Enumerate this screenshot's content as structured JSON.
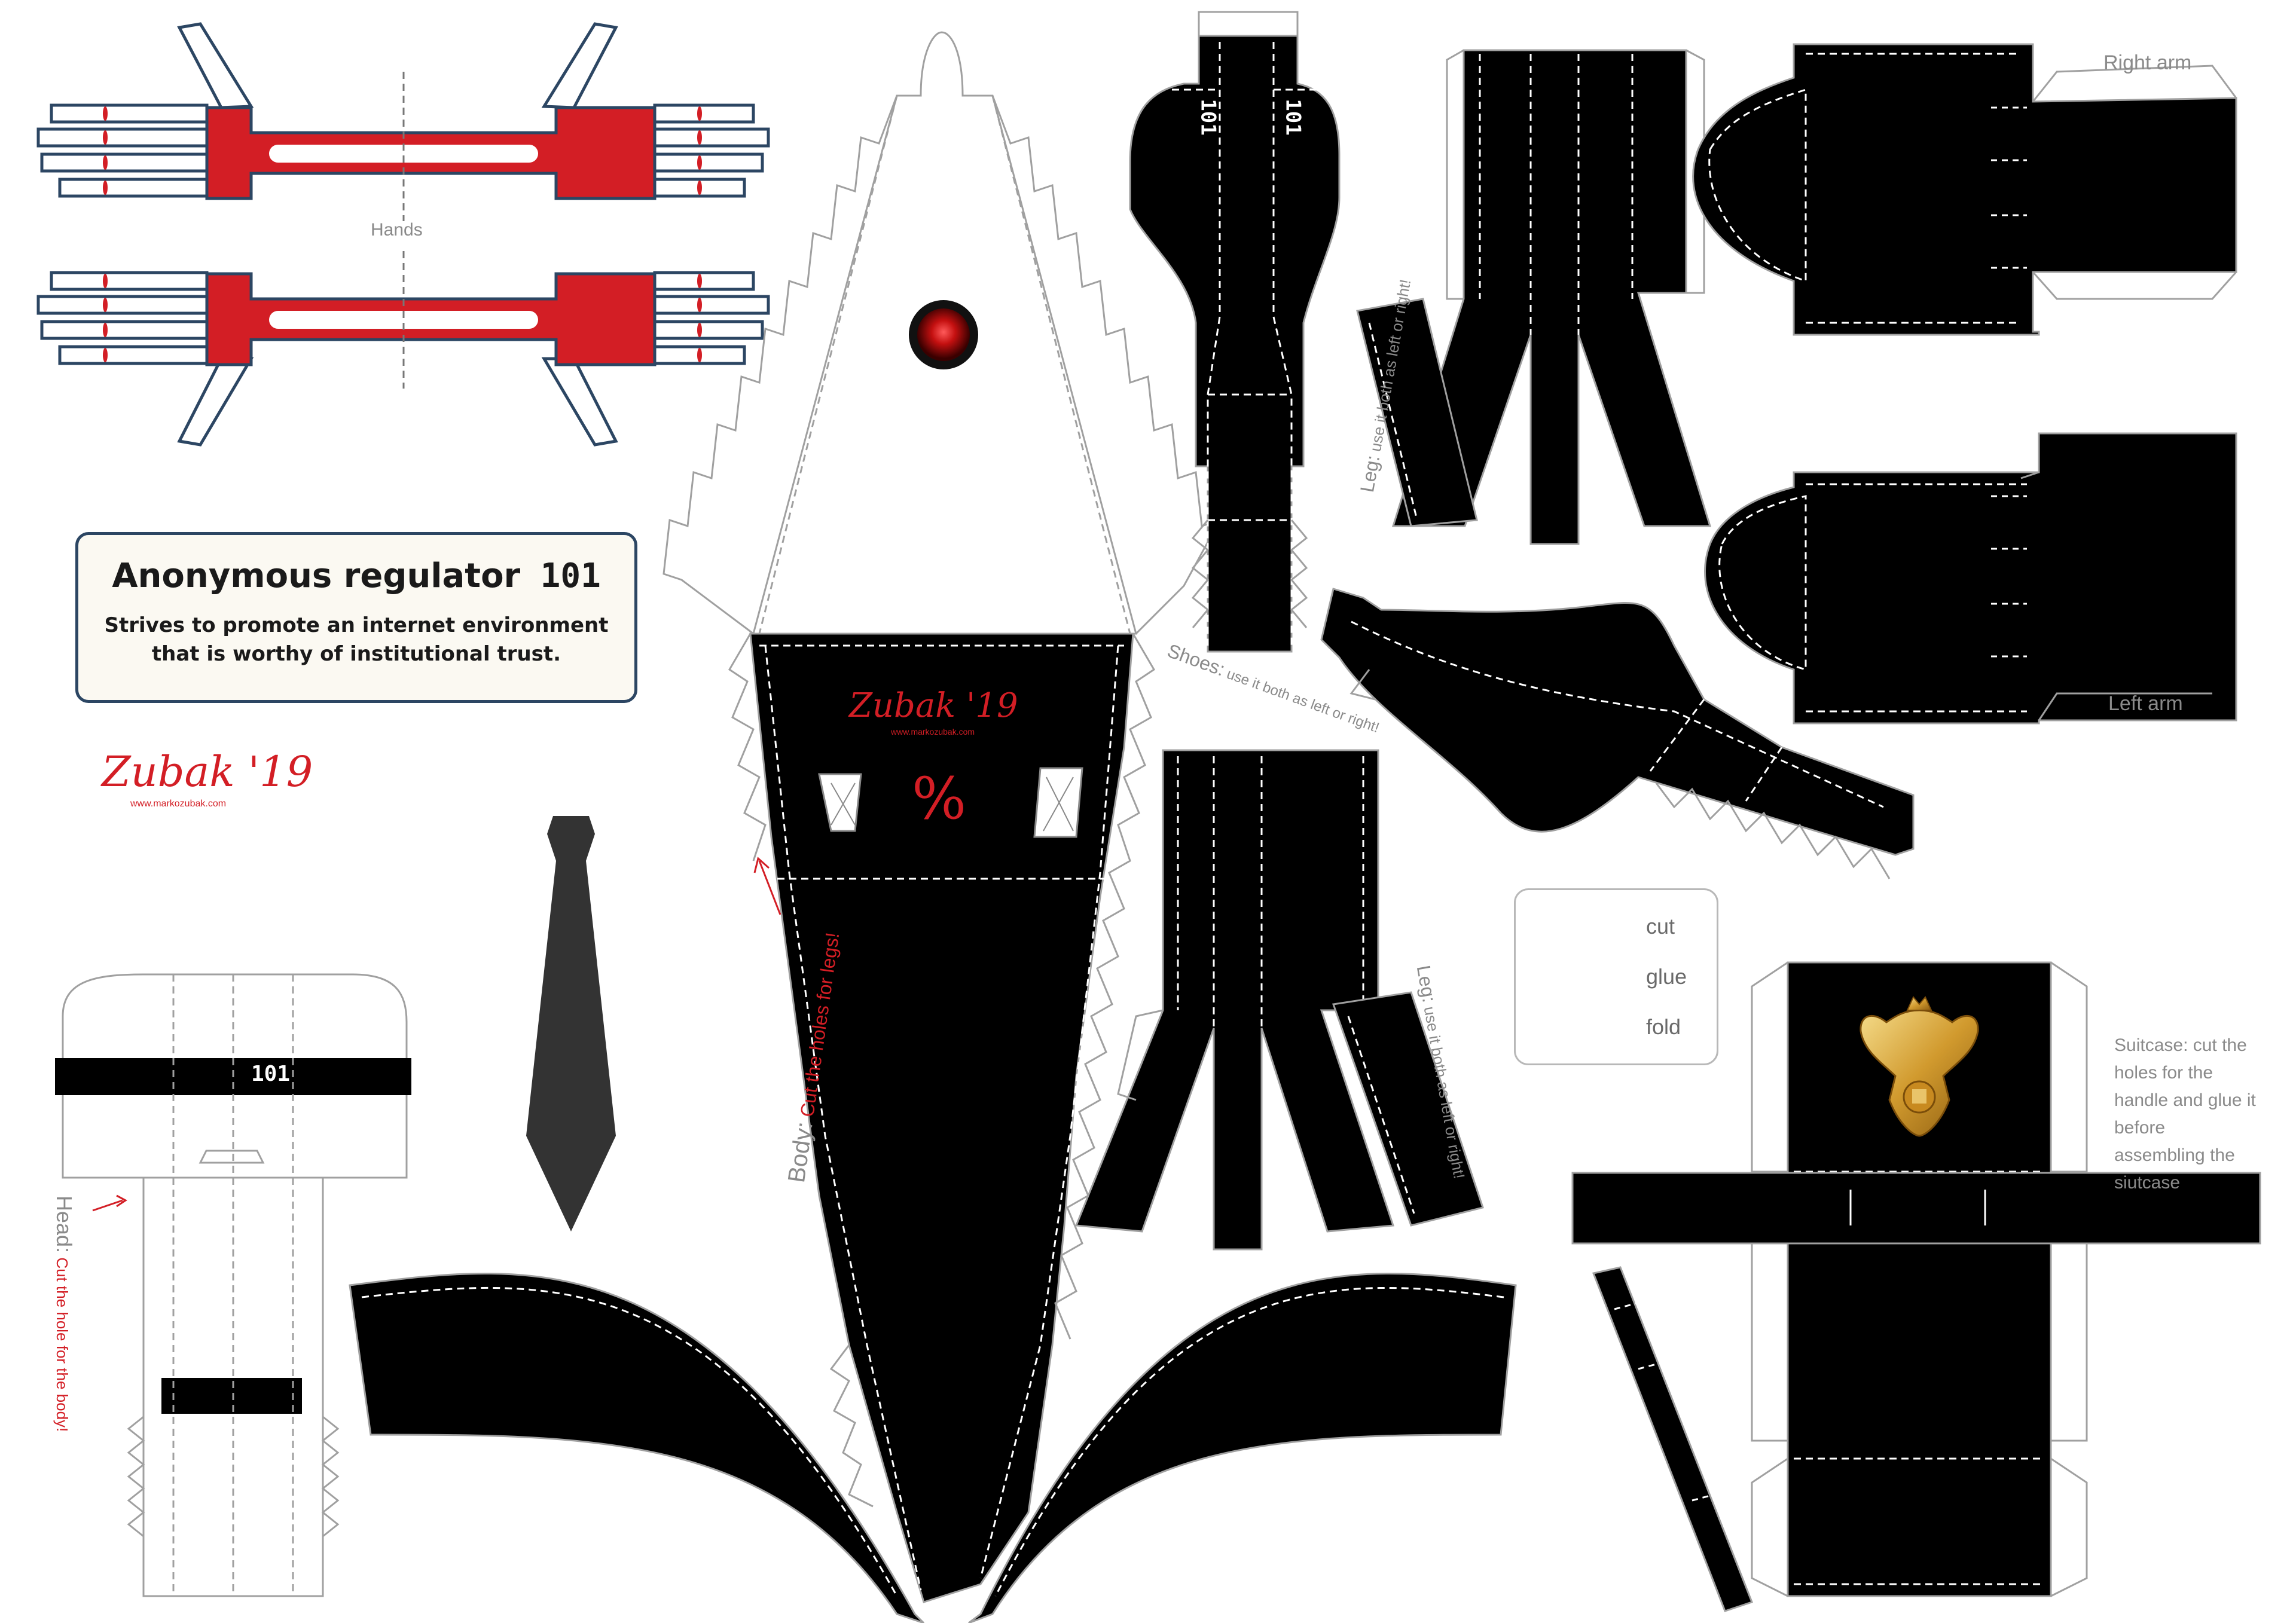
{
  "title_card": {
    "title": "Anonymous regulator",
    "title_mark": "101",
    "line1": "Strives to promote an internet environment",
    "line2": "that is worthy of institutional trust."
  },
  "labels": {
    "hands": "Hands",
    "right_arm": "Right arm",
    "left_arm": "Left arm",
    "leg_upper_head": "Leg:",
    "leg_upper_note": "use it both as left or right!",
    "leg_lower_head": "Leg:",
    "leg_lower_note": "use it both as left or right!",
    "shoes_head": "Shoes:",
    "shoes_note": "use it both as left or right!",
    "body_head": "Body:",
    "body_note": "Cut the holes for legs!",
    "head_head": "Head:",
    "head_note": "Cut the hole for the body!",
    "suitcase_note": "Suitcase: cut the holes for the handle and glue it before assembling the siutcase"
  },
  "legend": {
    "cut": "cut",
    "glue": "glue",
    "fold": "fold"
  },
  "marks": {
    "torso_mark": "101",
    "hat_mark": "101",
    "percent_mark": "%",
    "signature": "Zubak '19",
    "website": "www.markozubak.com"
  },
  "colors": {
    "suit_black": "#000000",
    "hand_red": "#d31e25",
    "outline_navy": "#2c4663",
    "tie_gray": "#333333",
    "crest_gold": "#d4a23a",
    "guide_gray": "#a0a0a0"
  },
  "icons": {
    "crest": "double-headed-eagle-crest-icon",
    "eye": "red-eye-icon"
  }
}
